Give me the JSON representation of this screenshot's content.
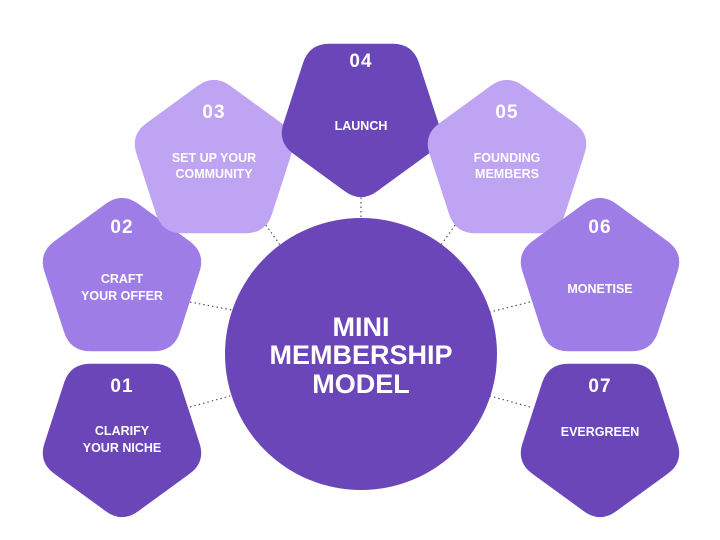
{
  "center": {
    "lines": [
      "MINI",
      "MEMBERSHIP",
      "MODEL"
    ],
    "color": "#6b46b8"
  },
  "steps": [
    {
      "number": "01",
      "label_lines": [
        "CLARIFY",
        "YOUR NICHE"
      ],
      "color": "#6b46b8"
    },
    {
      "number": "02",
      "label_lines": [
        "CRAFT",
        "YOUR OFFER"
      ],
      "color": "#9f7de6"
    },
    {
      "number": "03",
      "label_lines": [
        "SET UP YOUR",
        "COMMUNITY"
      ],
      "color": "#bea4f2"
    },
    {
      "number": "04",
      "label_lines": [
        "LAUNCH"
      ],
      "color": "#6b46b8"
    },
    {
      "number": "05",
      "label_lines": [
        "FOUNDING",
        "MEMBERS"
      ],
      "color": "#bea4f2"
    },
    {
      "number": "06",
      "label_lines": [
        "MONETISE"
      ],
      "color": "#9f7de6"
    },
    {
      "number": "07",
      "label_lines": [
        "EVERGREEN"
      ],
      "color": "#6b46b8"
    }
  ],
  "connector_color": "#555555"
}
